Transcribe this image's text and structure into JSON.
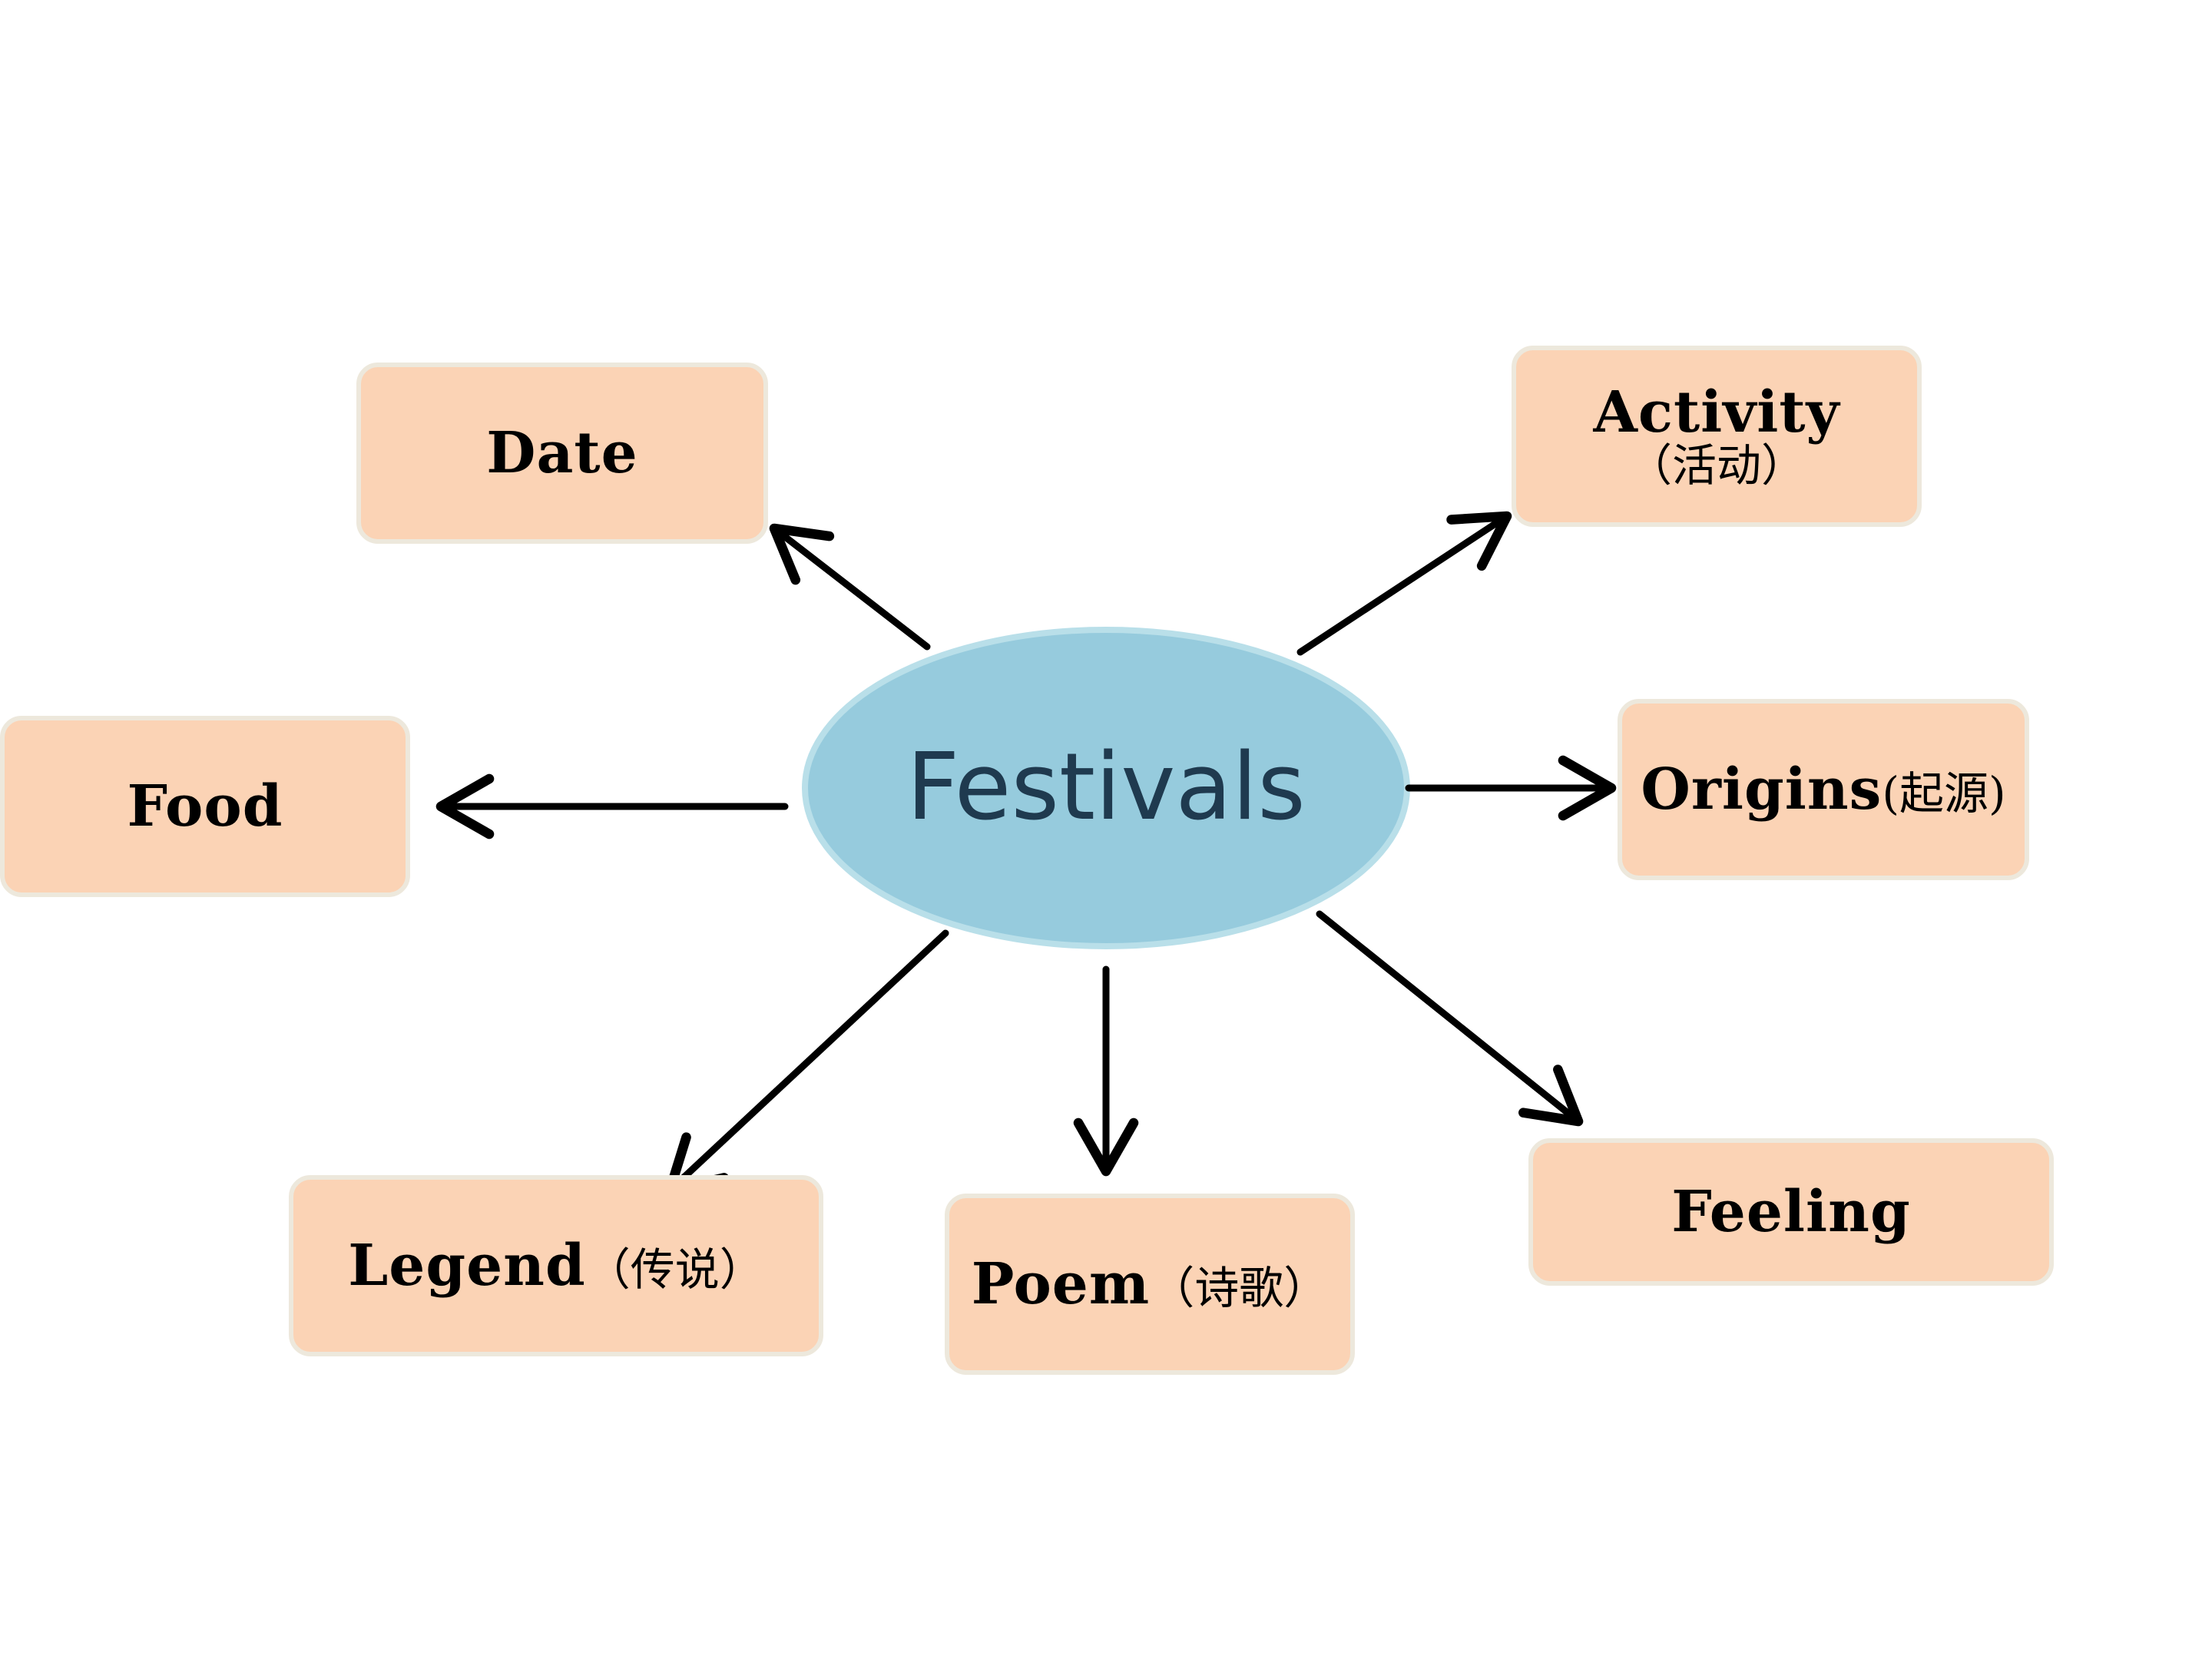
{
  "center": {
    "label": "Festivals"
  },
  "nodes": {
    "date": {
      "label": "Date"
    },
    "activity": {
      "label": "Activity",
      "cn": "（活动）"
    },
    "food": {
      "label": "Food"
    },
    "origins": {
      "label": "Origins",
      "cn": "(起源)"
    },
    "legend": {
      "label": "Legend",
      "cn": "（传说）"
    },
    "poem": {
      "label": "Poem",
      "cn": "（诗歌）"
    },
    "feeling": {
      "label": "Feeling"
    }
  },
  "colors": {
    "center_fill": "#96cbdd",
    "center_stroke": "#b9dfe9",
    "box_fill": "#fbd3b5",
    "box_border": "#ede8dc",
    "arrow": "#000000"
  }
}
